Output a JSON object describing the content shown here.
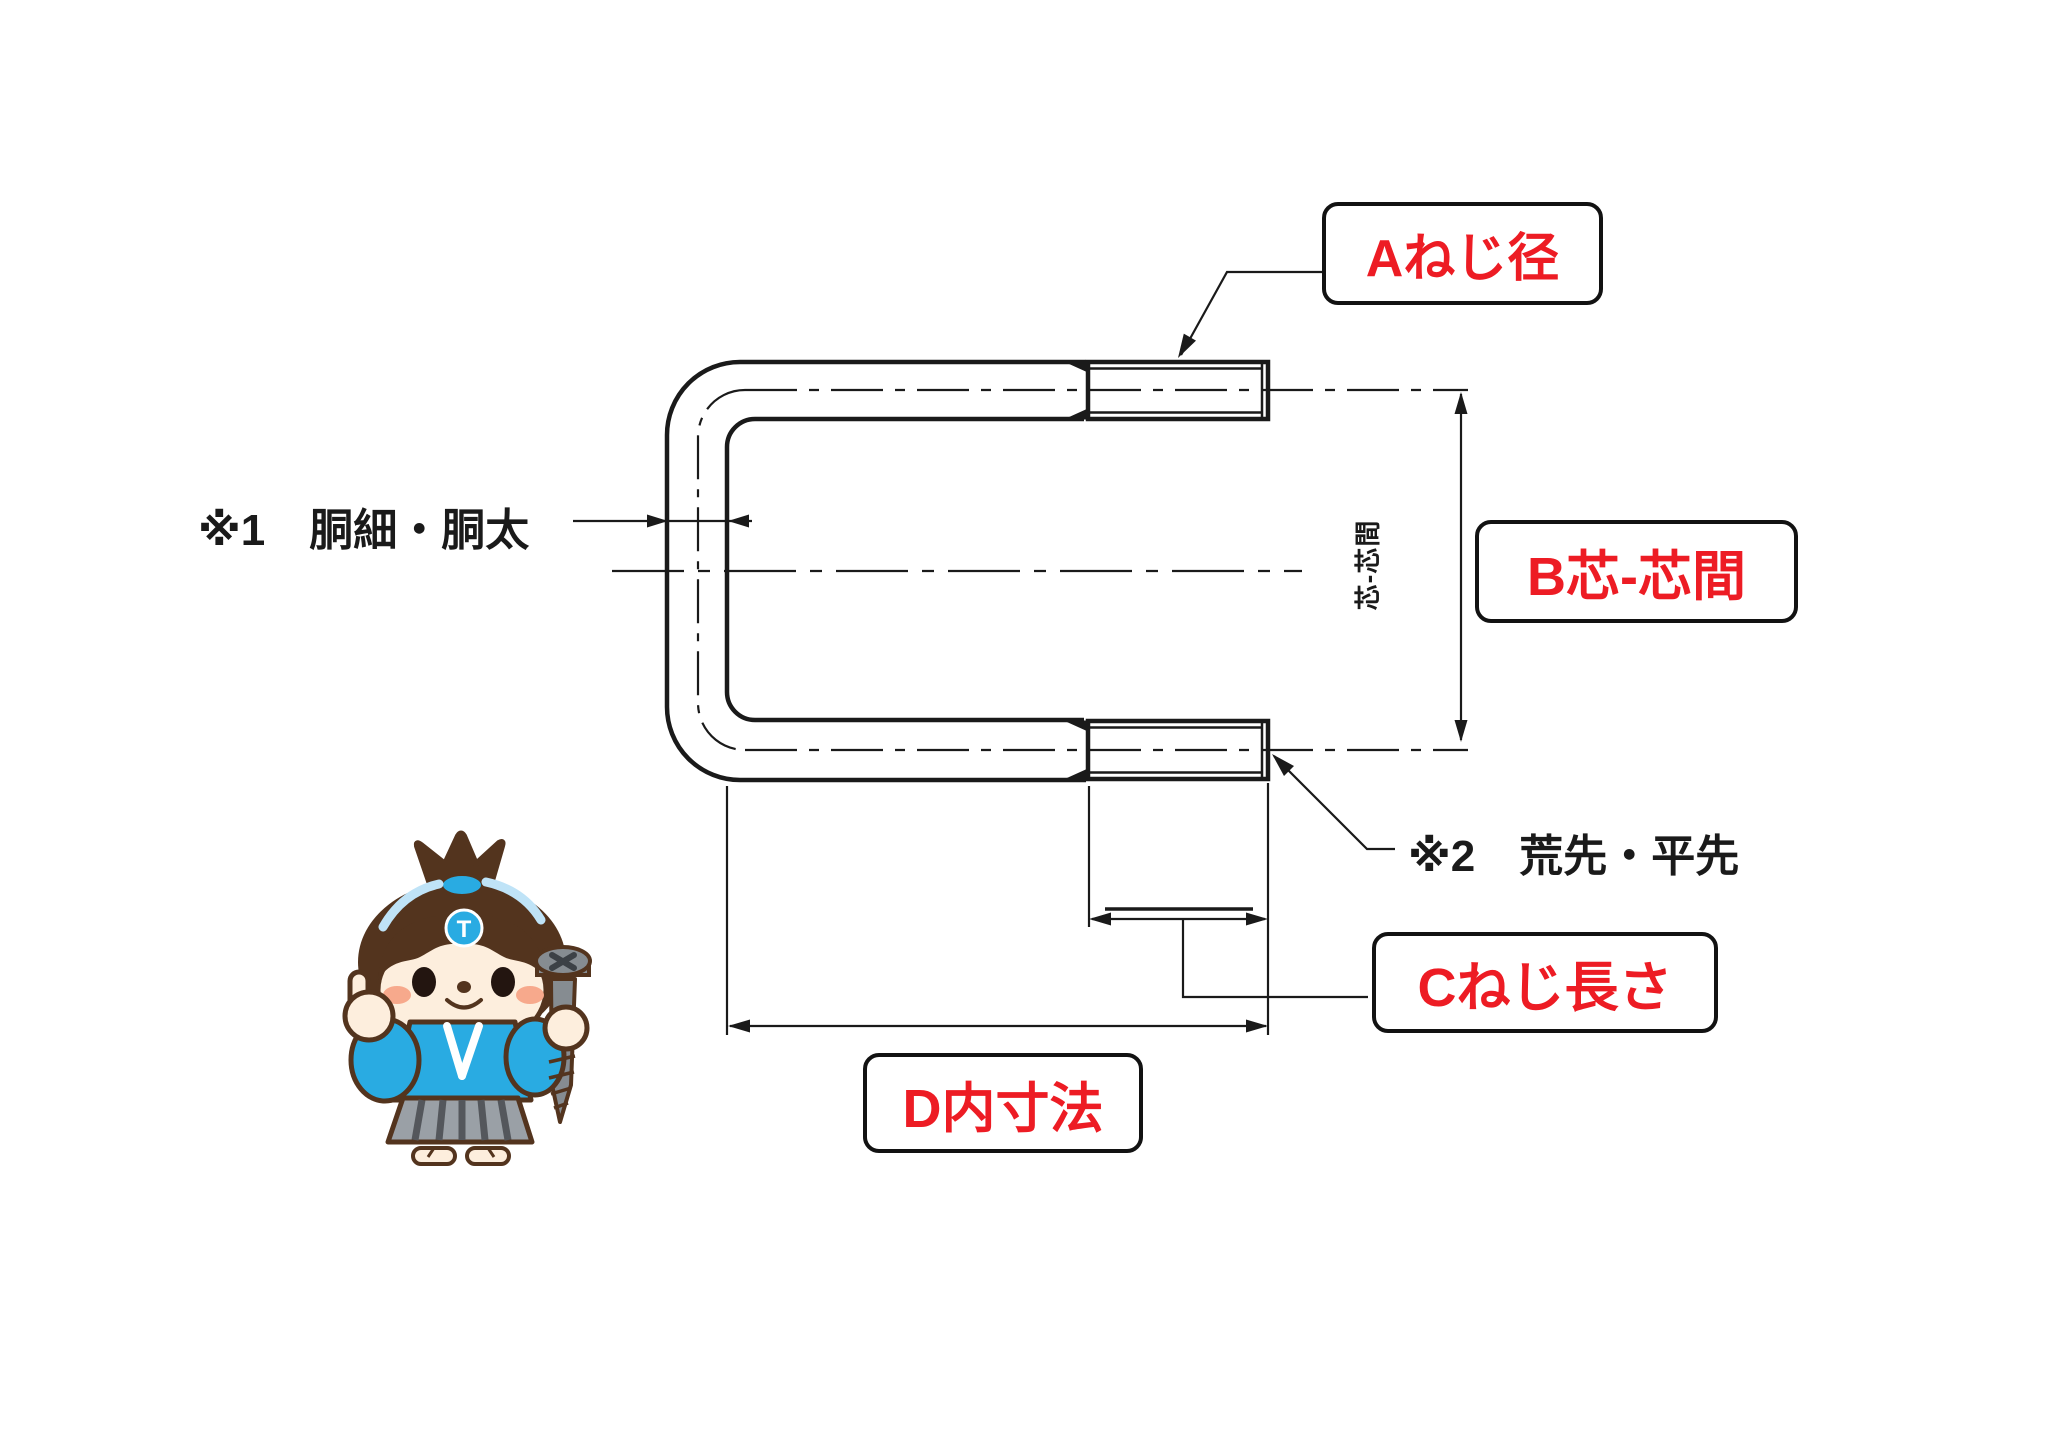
{
  "diagram": {
    "type": "technical-drawing",
    "subject": "U-bolt dimension diagram",
    "labels": {
      "a": "Aねじ径",
      "b": "B芯-芯間",
      "c": "Cねじ長さ",
      "d": "D内寸法"
    },
    "notes": {
      "note1": "※1　胴細・胴太",
      "note2": "※2　荒先・平先"
    },
    "vertical_dimension_text": "芯-芯間",
    "colors": {
      "label_red": "#ed1c24",
      "line_black": "#1a1a1a",
      "mascot_blue": "#29abe2"
    }
  },
  "mascot": {
    "badge_letter": "T"
  }
}
